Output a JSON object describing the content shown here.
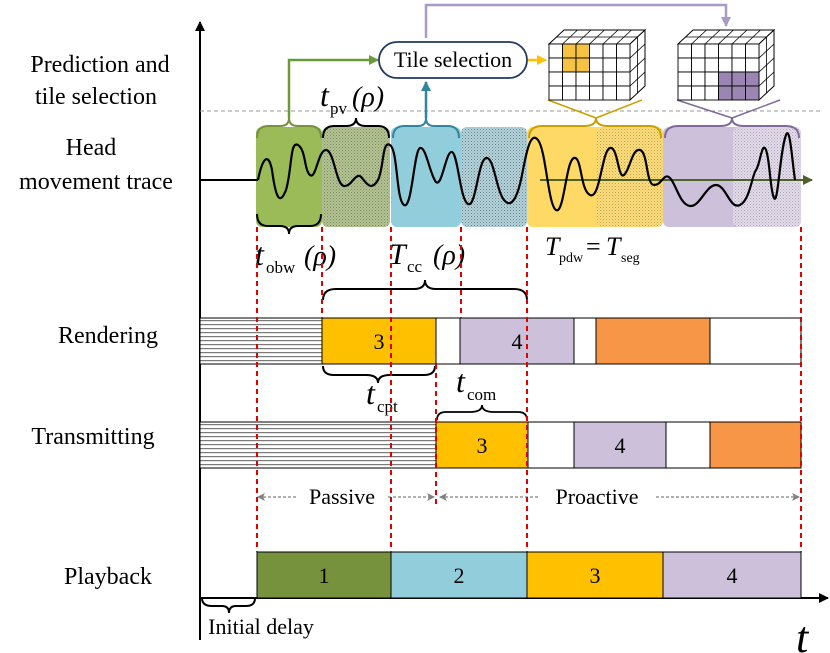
{
  "rows": {
    "prediction_line1": "Prediction and",
    "prediction_line2": "tile selection",
    "head_line1": "Head",
    "head_line2": "movement trace",
    "rendering": "Rendering",
    "transmitting": "Transmitting",
    "playback": "Playback"
  },
  "tile_selection": "Tile selection",
  "symbols": {
    "t_pv": {
      "base": "t",
      "sub": "pv",
      "arg": "(ρ)"
    },
    "t_obw": {
      "base": "t",
      "sub": "obw",
      "arg": "(ρ)"
    },
    "T_cc": {
      "base": "T",
      "sub": "cc",
      "arg": "(ρ)"
    },
    "T_pdw": {
      "base": "T",
      "sub": "pdw",
      "eq": "=",
      "base2": "T",
      "sub2": "seg"
    },
    "t_cpt": {
      "base": "t",
      "sub": "cpt"
    },
    "t_com": {
      "base": "t",
      "sub": "com"
    }
  },
  "modes": {
    "passive": "Passive",
    "proactive": "Proactive"
  },
  "initial_delay": "Initial delay",
  "time_axis": "t",
  "rendering_blocks": [
    "3",
    "4"
  ],
  "transmitting_blocks": [
    "3",
    "4"
  ],
  "playback_blocks": [
    "1",
    "2",
    "3",
    "4"
  ],
  "colors": {
    "green": "#76923c",
    "green_light": "#9bbb59",
    "blue": "#92cddc",
    "orange_yellow": "#ffc000",
    "yellow_light": "#ffd966",
    "lavender": "#ccc0da",
    "salmon": "#f79646",
    "tile_yellow": "#f5c242",
    "tile_purple": "#9b86b3",
    "red_dash": "#e00000",
    "arrow_green": "#6a9a3a",
    "arrow_teal": "#31859c",
    "arrow_purple": "#a99ac7"
  }
}
